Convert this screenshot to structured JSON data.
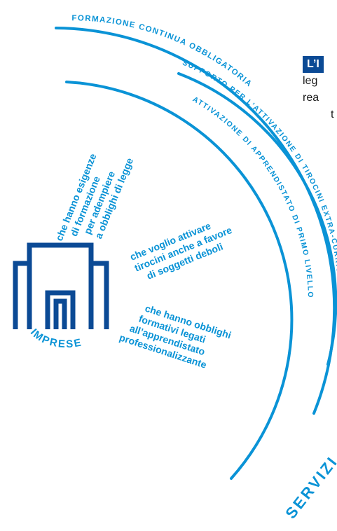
{
  "colors": {
    "cyan": "#0a93d6",
    "blue": "#0b4a95",
    "dark": "#1a1a1a"
  },
  "arcs": {
    "outer": "FORMAZIONE CONTINUA OBBLIGATORIA",
    "middle": "SUPPORTO PER L’ATTIVAZIONE DI TIROCINI EXTRA-CURRICOLARI",
    "inner": "ATTIVAZIONE DI APPRENDISTATO DI PRIMO LIVELLO"
  },
  "icon": "building-icon",
  "imprese_label": "IMPRESE",
  "servizi_label": "SERVIZI",
  "blurbs": {
    "one": [
      "che hanno esigenze",
      "di formazione",
      "per adempiere",
      "a obblighi di legge"
    ],
    "two": [
      "che voglio attivare",
      "tirocini anche a favore",
      "di soggetti deboli"
    ],
    "three": [
      "che hanno obblighi",
      "formativi legati",
      "all’apprendistato",
      "professionalizzante"
    ]
  },
  "side": {
    "tag": "L’I",
    "lines": [
      "leg",
      "rea",
      "t"
    ]
  }
}
